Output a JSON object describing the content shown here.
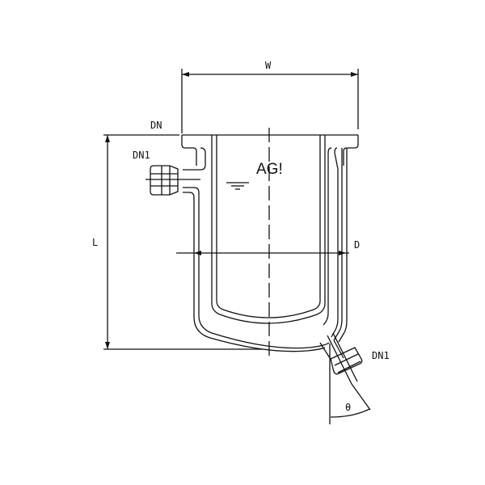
{
  "labels": {
    "width": "W",
    "flange": "DN",
    "side_nozzle": "DN1",
    "bottom_nozzle": "DN1",
    "length": "L",
    "diameter": "D",
    "angle": "θ"
  },
  "logo": "AG!"
}
